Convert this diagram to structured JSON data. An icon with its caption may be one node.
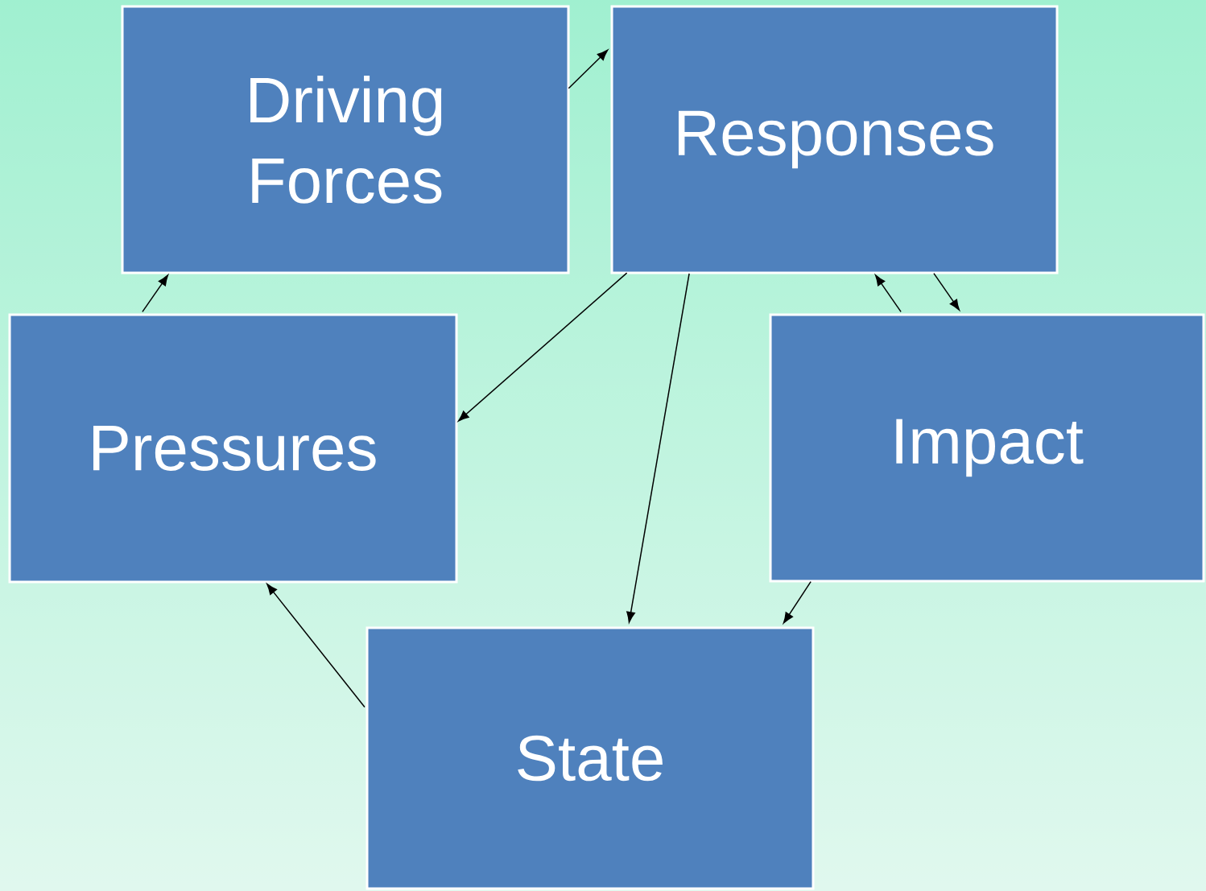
{
  "diagram": {
    "nodes": [
      {
        "text": [
          "Driving Forces"
        ]
      },
      {
        "text": [
          "Responses"
        ]
      },
      {
        "text": [
          "Pressures"
        ]
      },
      {
        "text": [
          "Impact"
        ]
      },
      {
        "text": [
          "State"
        ]
      }
    ],
    "edges": [
      {
        "from": 0,
        "to": 1,
        "arrow": "to"
      },
      {
        "from": 2,
        "to": 0,
        "arrow": "to"
      },
      {
        "from": 1,
        "to": 2,
        "arrow": "to"
      },
      {
        "from": 1,
        "to": 4,
        "arrow": "to"
      },
      {
        "from": 3,
        "to": 1,
        "arrow": "to"
      },
      {
        "from": 1,
        "to": 3,
        "arrow": "to"
      },
      {
        "from": 3,
        "to": 4,
        "arrow": "to"
      },
      {
        "from": 4,
        "to": 2,
        "arrow": "to"
      }
    ]
  }
}
